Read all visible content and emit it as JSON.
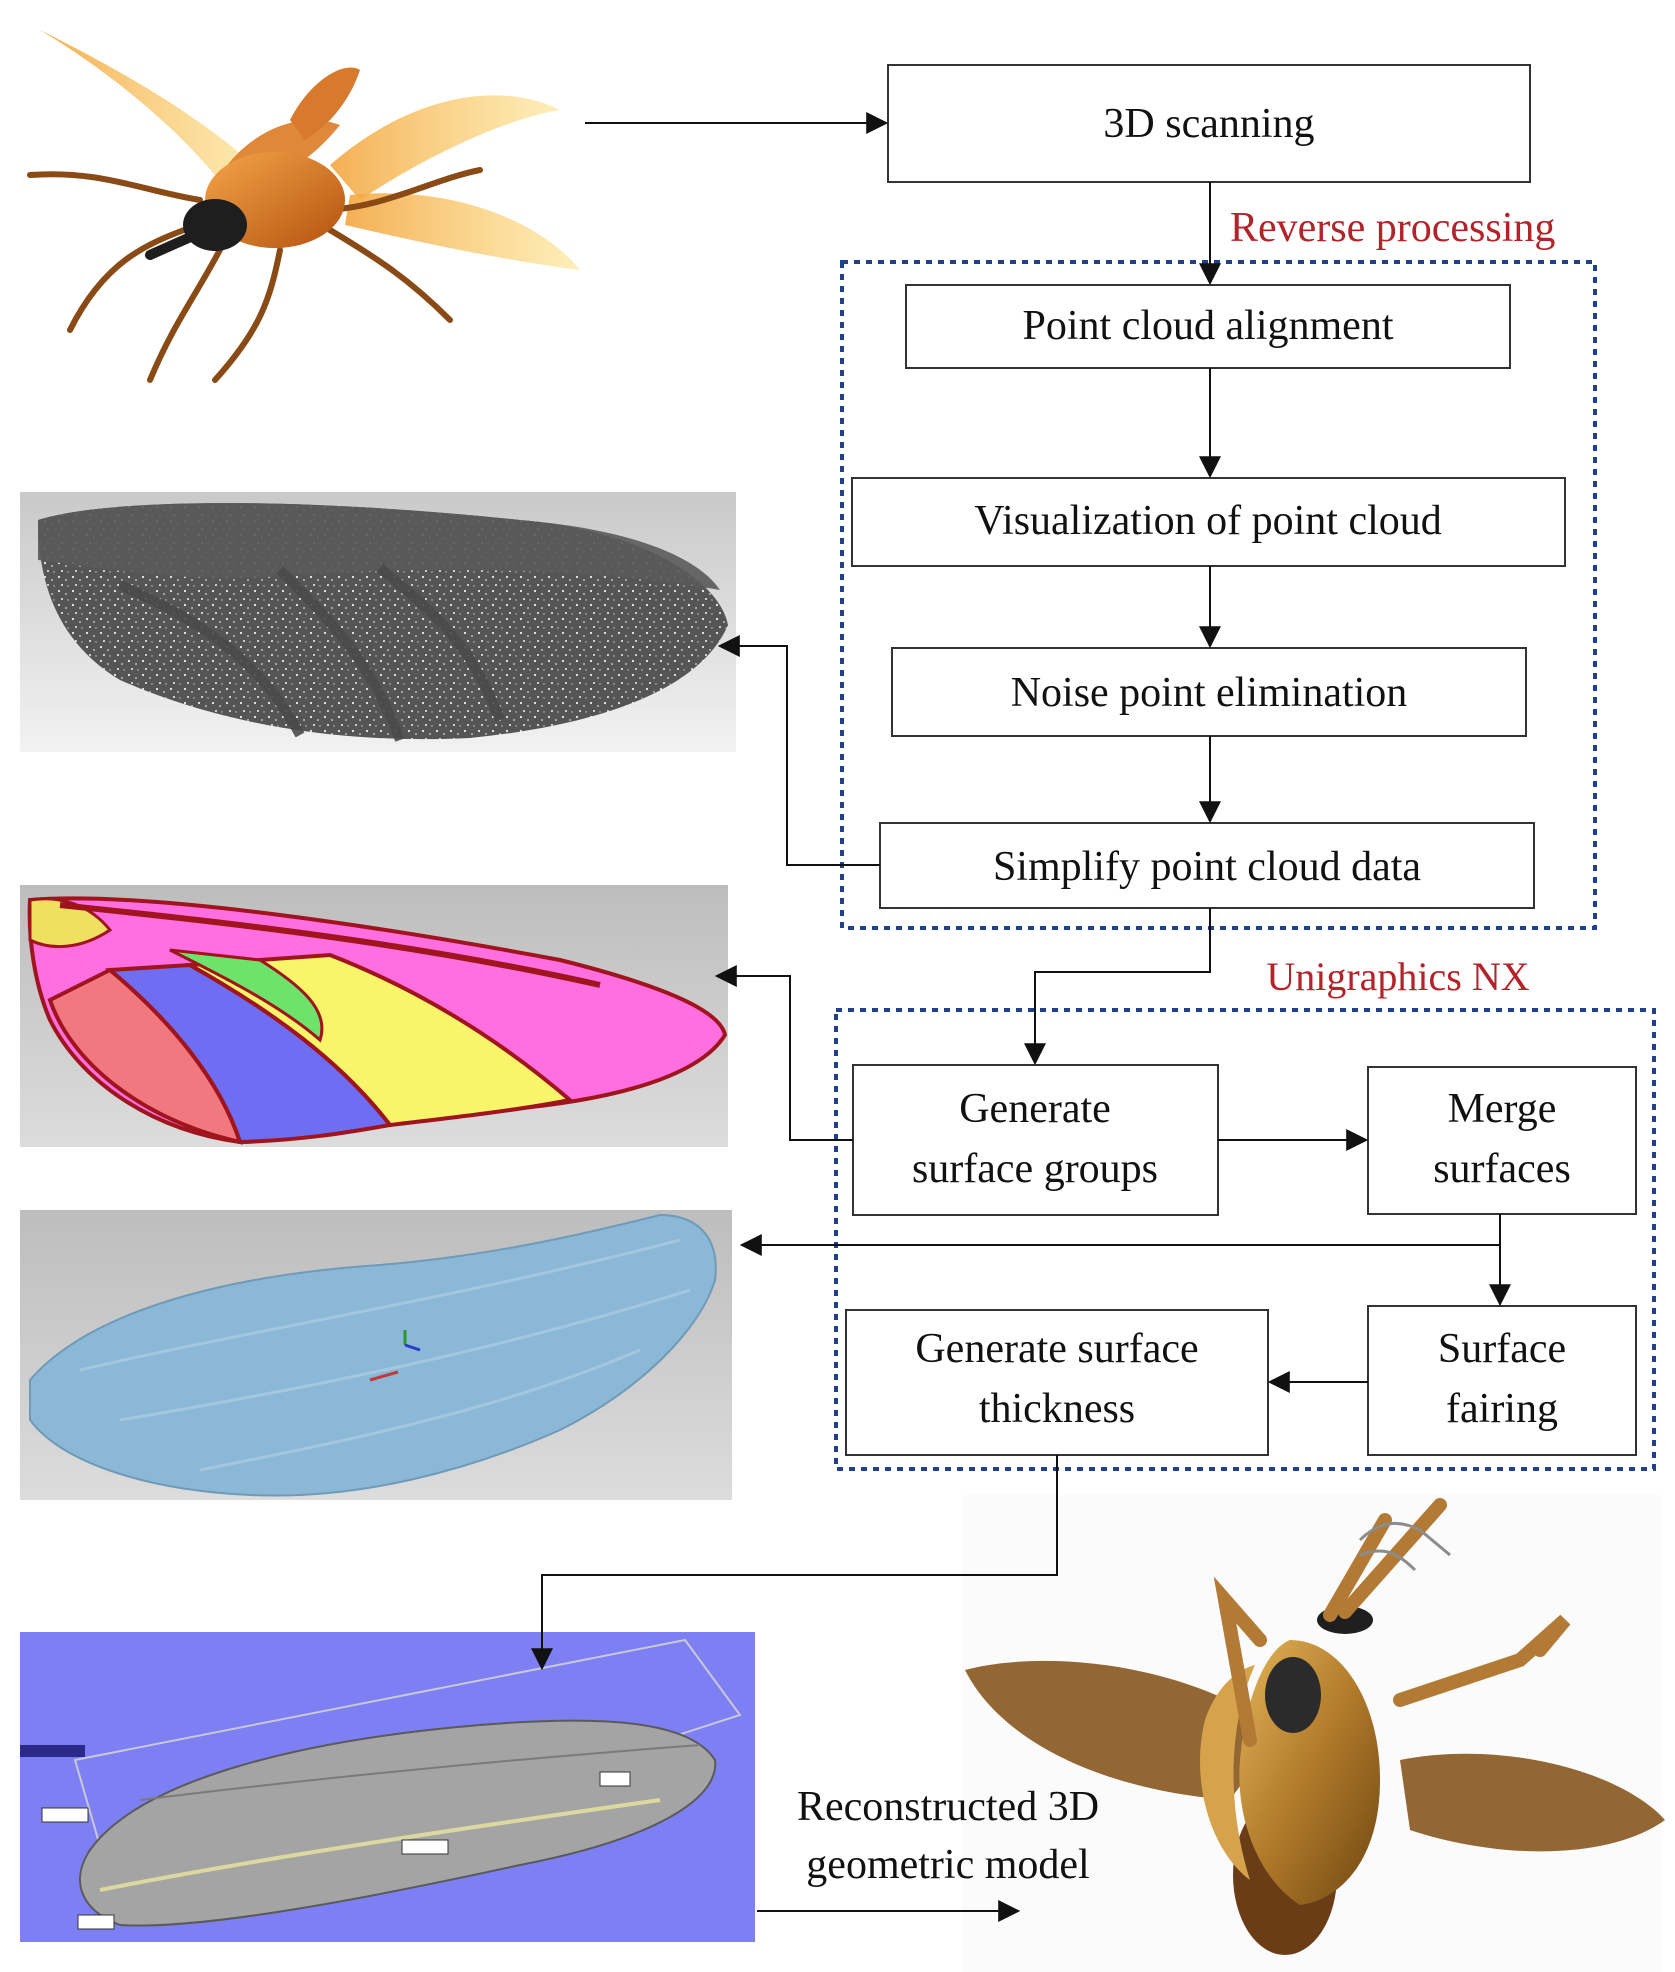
{
  "flow": {
    "scan": "3D scanning",
    "reverse_label": "Reverse  processing",
    "align": "Point cloud  alignment",
    "visualize": "Visualization of point cloud",
    "noise": "Noise point elimination",
    "simplify": "Simplify point cloud data",
    "nx_label": "Unigraphics NX",
    "gen_groups": [
      "Generate",
      "surface groups"
    ],
    "merge": [
      "Merge",
      "surfaces"
    ],
    "fairing": [
      "Surface",
      "fairing"
    ],
    "thickness": [
      "Generate surface",
      "thickness"
    ],
    "result": [
      "Reconstructed 3D",
      "geometric model"
    ]
  },
  "colors": {
    "accent_red": "#b3232a",
    "dashed_blue": "#1f3f8f",
    "wing_blue": "#8ab8d6",
    "bronze": "#b07a2a",
    "viewport_blue": "#7d7ff2"
  },
  "images": {
    "beetle": "beetle-photo",
    "point_cloud": "point-cloud-wing",
    "segmented": "segmented-wing",
    "surface": "smooth-surface-wing",
    "thickness_view": "thickness-viewport",
    "model": "reconstructed-beetle-model"
  }
}
